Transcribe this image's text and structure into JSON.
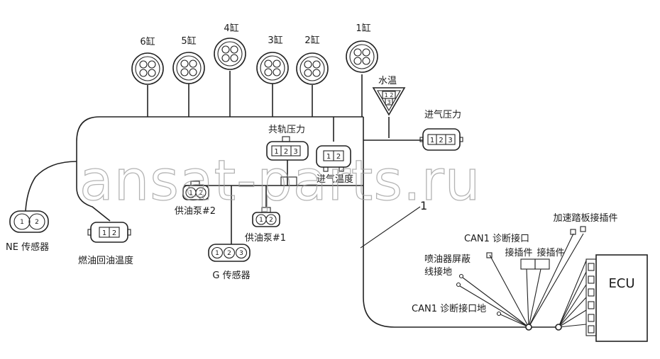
{
  "injectors": [
    {
      "label": "6缸"
    },
    {
      "label": "5缸"
    },
    {
      "label": "4缸"
    },
    {
      "label": "3缸"
    },
    {
      "label": "2缸"
    },
    {
      "label": "1缸"
    }
  ],
  "sensors": {
    "water_temp": "水温",
    "intake_pressure": "进气压力",
    "rail_pressure": "共轨压力",
    "intake_temp": "进气温度",
    "pump2": "供油泵#2",
    "pump1": "供油泵#1",
    "ne": "NE  传感器",
    "fuel_return_temp": "燃油回油温度",
    "g_sensor": "G  传感器"
  },
  "connectors": {
    "accel_pedal": "加速踏板接插件",
    "can1_diag": "CAN1  诊断接口",
    "plug_a": "接插件",
    "plug_b": "接插件",
    "injector_shield_ground": "喷油器屏蔽\n线接地",
    "can1_diag_ground": "CAN1  诊断接口地",
    "ecu": "ECU"
  },
  "pin_labels": {
    "two_pin": [
      "1",
      "2"
    ],
    "three_pin": [
      "1",
      "2",
      "3"
    ]
  },
  "callout": "1",
  "watermark": "ansat-parts.ru"
}
